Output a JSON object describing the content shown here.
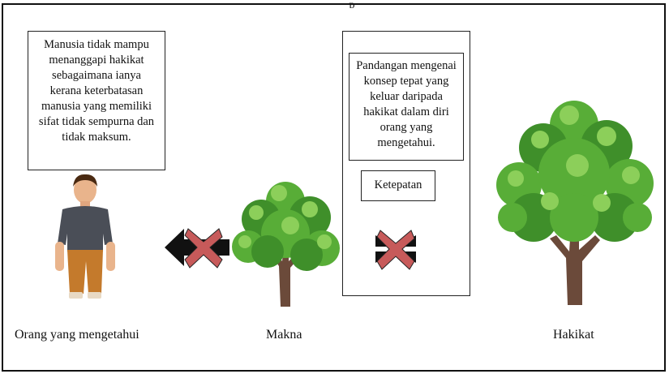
{
  "diagram": {
    "top_caption": "p",
    "callout_left": "Manusia tidak mampu menanggapi hakikat sebagaimana ianya kerana keterbatasan manusia yang memiliki sifat tidak sempurna dan tidak maksum.",
    "callout_right": "Pandangan mengenai konsep tepat yang keluar daripada hakikat dalam diri orang yang mengetahui.",
    "tag_middle": "Ketepatan",
    "labels": {
      "person": "Orang yang mengetahui",
      "middle_tree": "Makna",
      "right_tree": "Hakikat"
    },
    "icons": [
      "person-icon",
      "arrow-left-icon",
      "cross-icon",
      "tree-icon",
      "double-arrow-icon",
      "cross-icon",
      "tree-icon"
    ],
    "colors": {
      "leaf_dark": "#3f8f2a",
      "leaf_mid": "#58ad37",
      "leaf_light": "#8ccf5a",
      "trunk": "#6b4a3a",
      "cross": "#c75a5a",
      "shirt": "#4a4e57",
      "pants": "#c47a2c",
      "skin": "#e9b48c",
      "hair": "#4a2a12"
    }
  }
}
